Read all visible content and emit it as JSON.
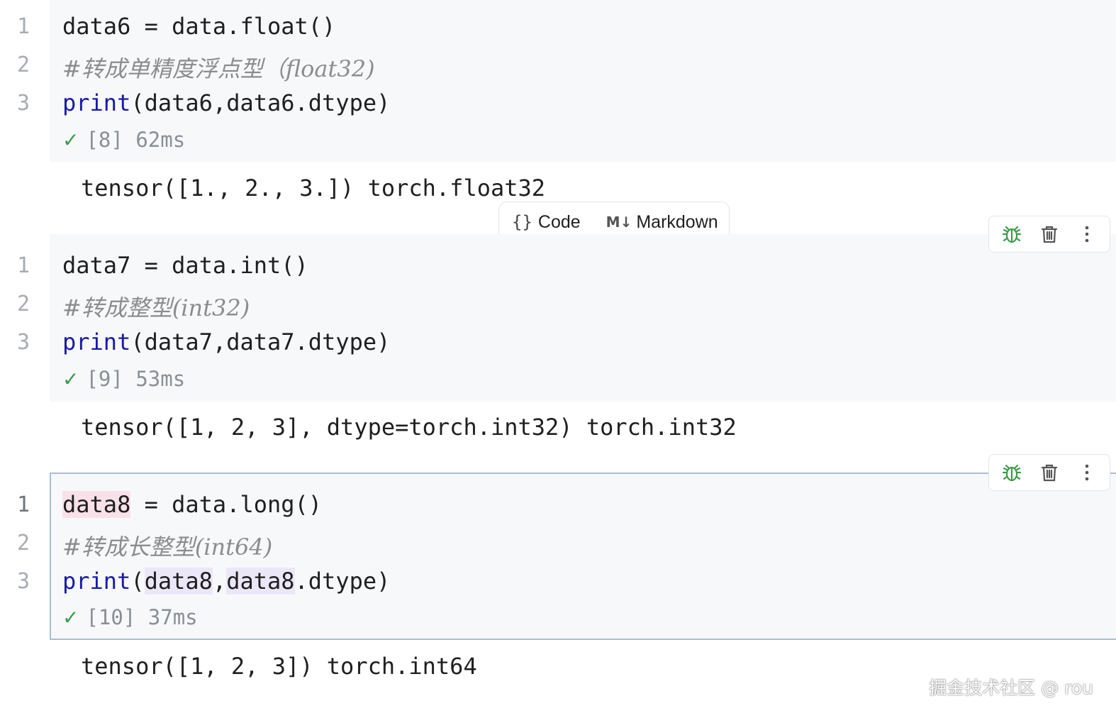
{
  "cells": [
    {
      "lines": [
        {
          "num": "1",
          "text": "data6 = data.float()"
        },
        {
          "num": "2",
          "text": "#转成单精度浮点型（float32)"
        },
        {
          "num": "3",
          "kw": "print",
          "rest": "(data6,data6.dtype)"
        }
      ],
      "exec": "[8]",
      "time": "62ms",
      "output": "tensor([1., 2., 3.]) torch.float32"
    },
    {
      "lines": [
        {
          "num": "1",
          "text": "data7 = data.int()"
        },
        {
          "num": "2",
          "text": "#转成整型(int32)"
        },
        {
          "num": "3",
          "kw": "print",
          "rest": "(data7,data7.dtype)"
        }
      ],
      "exec": "[9]",
      "time": "53ms",
      "output": "tensor([1, 2, 3], dtype=torch.int32) torch.int32"
    },
    {
      "lines": [
        {
          "num": "1",
          "var": "data8",
          "rest": " = data.long()"
        },
        {
          "num": "2",
          "text": "#转成长整型(int64)"
        },
        {
          "num": "3",
          "kw": "print",
          "p1": "(",
          "ref1": "data8",
          "comma": ",",
          "ref2": "data8",
          "p2": ".dtype)"
        }
      ],
      "exec": "[10]",
      "time": "37ms",
      "output": "tensor([1, 2, 3]) torch.int64"
    }
  ],
  "add_bar": {
    "code_icon": "{}",
    "code_label": "Code",
    "markdown_icon": "M↓",
    "markdown_label": "Markdown"
  },
  "toolbar_icons": [
    "debug-icon",
    "trash-icon",
    "more-vertical-icon"
  ],
  "watermark": "掘金技术社区 @ rou",
  "colors": {
    "cell_bg": "#f7f8fa",
    "keyword": "#1a1aa6",
    "comment": "#8c8c8c",
    "check": "#3a9b48",
    "icon_green": "#3a9b48",
    "active_border": "#a9bed6"
  }
}
